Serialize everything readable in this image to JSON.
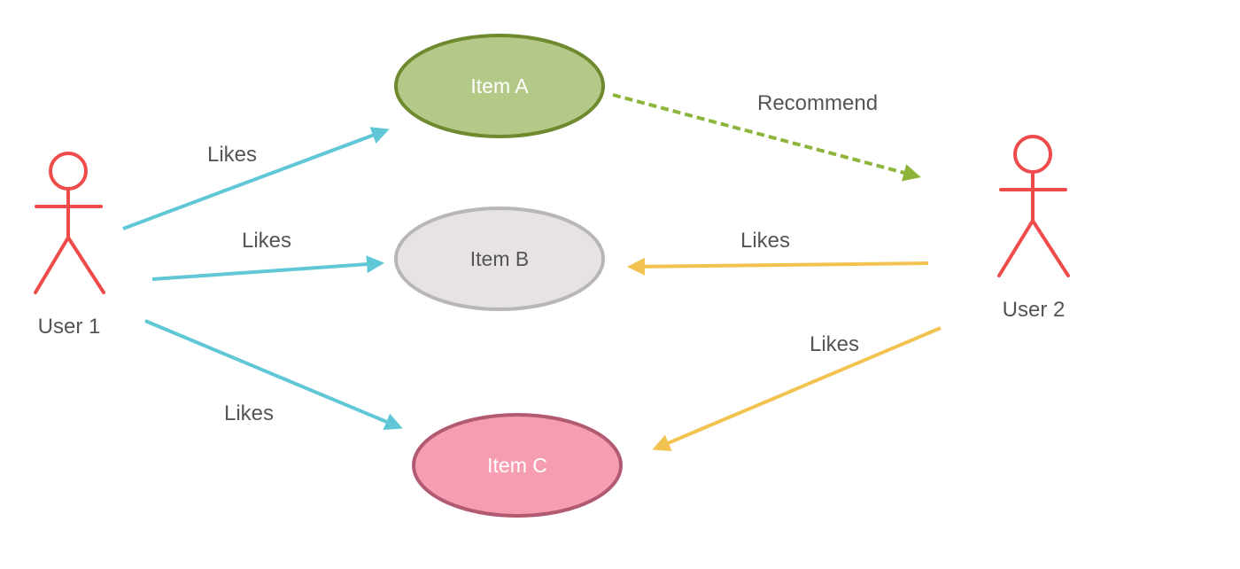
{
  "diagram": {
    "actors": {
      "user1": {
        "label": "User 1"
      },
      "user2": {
        "label": "User 2"
      }
    },
    "items": {
      "a": {
        "label": "Item A"
      },
      "b": {
        "label": "Item B"
      },
      "c": {
        "label": "Item C"
      }
    },
    "edges": {
      "u1_a": {
        "label": "Likes"
      },
      "u1_b": {
        "label": "Likes"
      },
      "u1_c": {
        "label": "Likes"
      },
      "u2_b": {
        "label": "Likes"
      },
      "u2_c": {
        "label": "Likes"
      },
      "a_u2": {
        "label": "Recommend"
      }
    },
    "colors": {
      "actor": "#ef4b4b",
      "user1_edges": "#5fc7d6",
      "user2_edges": "#f2c350",
      "recommend_edge": "#8db53c",
      "item_a_fill": "#b4c887",
      "item_a_stroke": "#6e8a2e",
      "item_b_fill": "#e6e2e6",
      "item_b_stroke": "#b8b6b8",
      "item_c_fill": "#f79db2",
      "item_c_stroke": "#b35a73",
      "label_text": "#555555"
    }
  }
}
